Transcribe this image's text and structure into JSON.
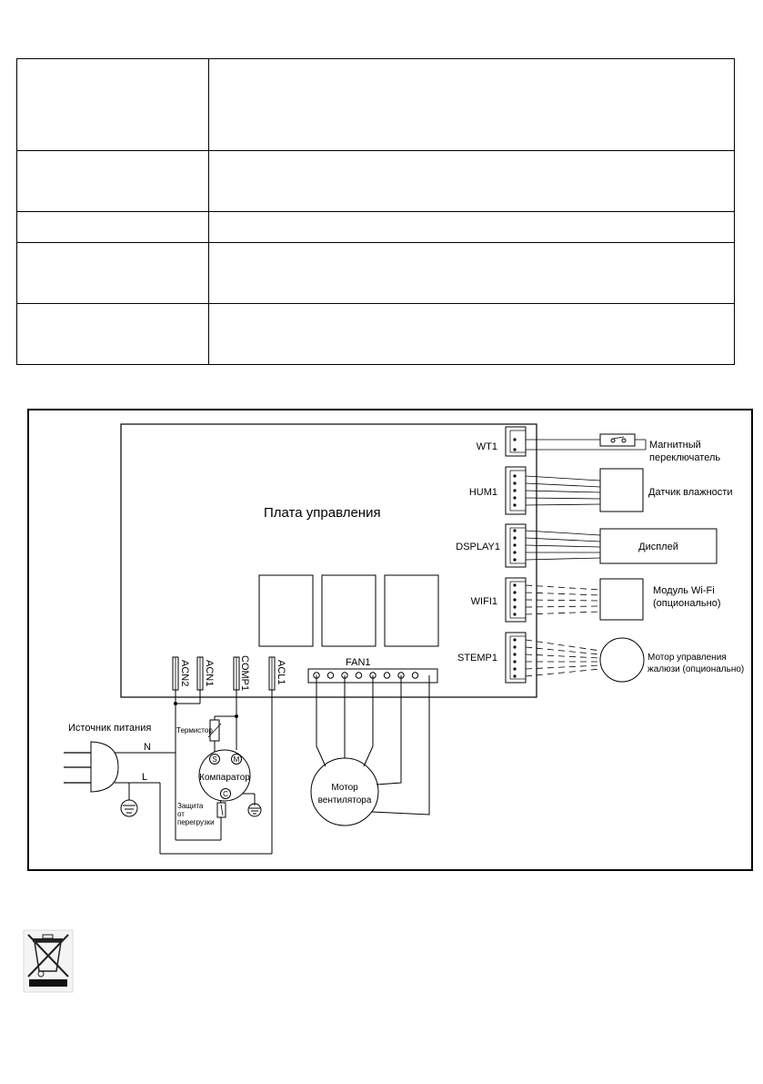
{
  "table": {
    "rows": 5
  },
  "diagram": {
    "board_label": "Плата управления",
    "connectors": {
      "wt1": "WT1",
      "hum1": "HUM1",
      "dsplay1": "DSPLAY1",
      "wifi1": "WIFI1",
      "stemp1": "STEMP1",
      "fan1": "FAN1",
      "acn2": "ACN2",
      "acn1": "ACN1",
      "comp1": "COMP1",
      "acl1": "ACL1"
    },
    "devices": {
      "magnetic_switch": [
        "Магнитный",
        "переключатель"
      ],
      "humidity_sensor": "Датчик влажности",
      "display": "Дисплей",
      "wifi_module": [
        "Модуль Wi-Fi",
        "(опционально)"
      ],
      "louver_motor": [
        "Мотор управления",
        "жалюзи (опционально)"
      ],
      "power_source": "Источник питания",
      "neutral": "N",
      "line": "L",
      "thermistor": "Термистор",
      "compressor": "Компаратор",
      "terminal_s": "S",
      "terminal_m": "M",
      "terminal_c": "C",
      "overload": [
        "Защита",
        "от",
        "перегрузки"
      ],
      "fan_motor": [
        "Мотор",
        "вентилятора"
      ]
    }
  },
  "icons": {
    "recycle": "crossed-bin-icon"
  }
}
